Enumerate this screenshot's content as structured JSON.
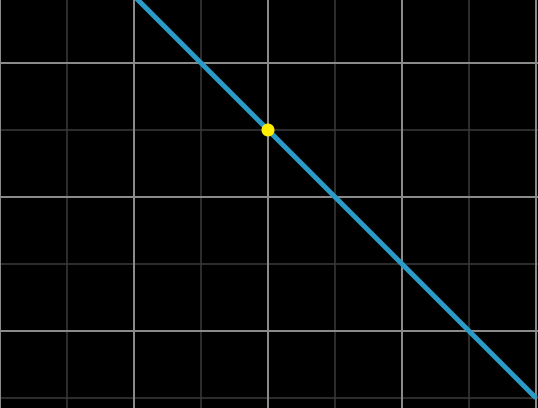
{
  "chart_data": {
    "type": "line",
    "title": "",
    "xlabel": "",
    "ylabel": "",
    "xlim": [
      -4,
      4
    ],
    "ylim": [
      -3,
      3
    ],
    "grid": true,
    "grid_major_step": 2,
    "grid_minor_step": 1,
    "series": [
      {
        "x": [
          -2,
          4
        ],
        "y": [
          3,
          -3
        ],
        "color": "#2a9bc6"
      }
    ],
    "points": [
      {
        "x": 0,
        "y": 1,
        "color": "#ffee00"
      }
    ]
  },
  "colors": {
    "background": "#000000",
    "grid_major": "#8a8a8a",
    "grid_minor": "#3a3a3a"
  }
}
